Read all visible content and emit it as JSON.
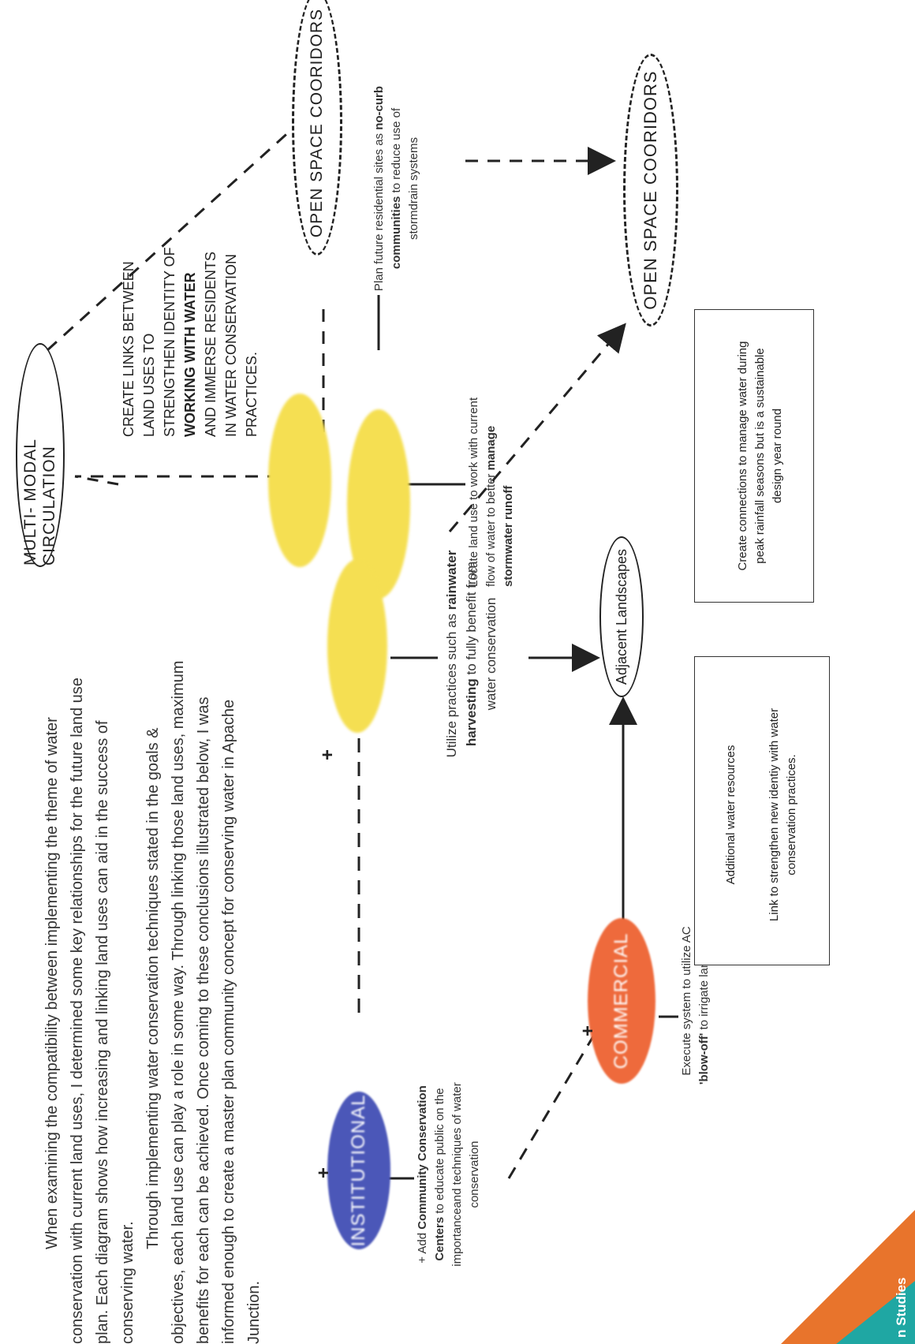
{
  "intro": {
    "p1": "When examining the compatibility between implementing the theme of water conservation with current land uses, I determined some key relationships for the future land use plan.  Each diagram shows how increasing and linking land uses can aid in the success of conserving water.",
    "p2": "Through implementing water conservation techniques stated in the goals & objectives, each land use can play a role in some way. Through linking those land uses, maximum benefits for each can be achieved.  Once coming to these conclusions illustrated below, I was informed enough to create a master plan community concept for conserving water in Apache Junction."
  },
  "nodes": {
    "multi_modal": "MULTI- MODAL CIRCULATION",
    "open_space_1": "OPEN SPACE COORIDORS",
    "open_space_2": "OPEN SPACE COORIDORS",
    "adjacent": "Adjacent Landscapes",
    "institutional": "INSTITUTIONAL",
    "commercial": "COMMERCIAL"
  },
  "plus": "+",
  "notes": {
    "links": {
      "pre": "CREATE LINKS BETWEEN LAND USES TO STRENGTHEN IDENTITY OF ",
      "bold": "WORKING WITH WATER",
      "post": " AND IMMERSE RESIDENTS IN WATER CONSERVATION PRACTICES."
    },
    "residential": {
      "pre": "Plan future residential sites as ",
      "bold": "no-curb communities",
      "post": " to reduce use of stormdrain systems"
    },
    "locate": {
      "pre": "Locate land use to work with current flow of water to better ",
      "bold": "manage stormwater runoff",
      "post": ""
    },
    "harvest": {
      "pre": "Utilize practices such as ",
      "bold": "rainwater harvesting",
      "post": " to fully benefit from water conservation"
    },
    "institutional": {
      "pre": "+ Add ",
      "bold": "Community Conservation Centers",
      "post": " to educate public on the importanceand techniques of water conservation"
    },
    "commercial": {
      "pre": "Execute system to utilize AC ",
      "bold": "'blow-off'",
      "post": " to irrigate landscapes"
    }
  },
  "legend_left": {
    "solid": "Additional water resources",
    "dashed": "Link to strengthen new identiy with water conservation practices."
  },
  "legend_right": {
    "text": "Create connections to manage water during peak rainfall seasons but is a sustainable design year round"
  },
  "corner_logo": "n Studies",
  "colors": {
    "yellow": "#f5df52",
    "institutional": "#4b57b8",
    "commercial": "#ee6a3c",
    "logo_orange": "#e8742c",
    "logo_teal": "#1fa7a3"
  }
}
